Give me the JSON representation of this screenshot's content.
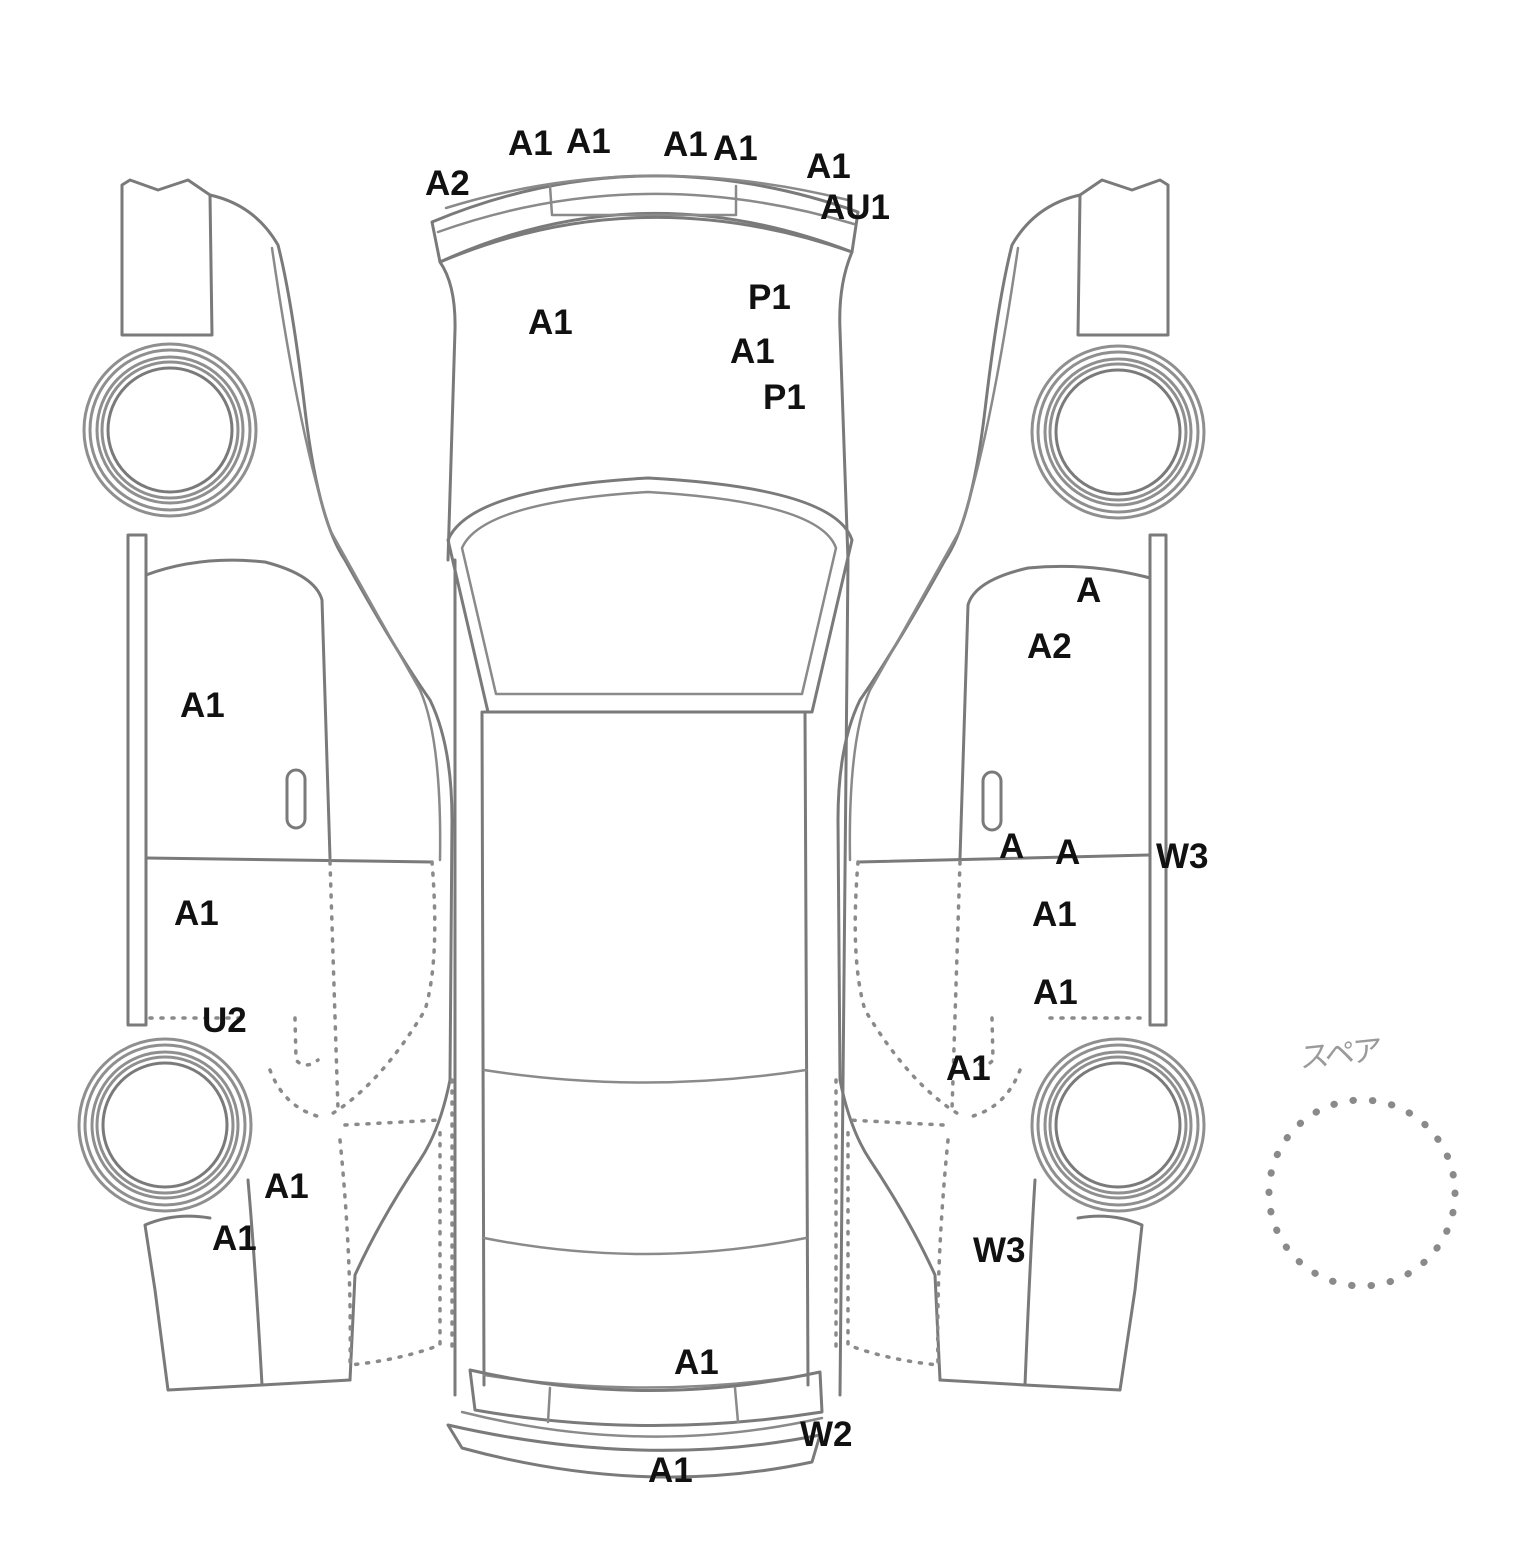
{
  "spare": {
    "label": "スペア"
  },
  "marks": {
    "roof_top_1": "A1",
    "roof_top_2": "A1",
    "roof_top_3": "A1",
    "roof_top_4": "A1",
    "roof_top_5": "A1",
    "front_bumper_left": "A2",
    "front_bumper_right": "AU1",
    "hood_left": "A1",
    "hood_p1_upper": "P1",
    "hood_a1": "A1",
    "hood_p1_lower": "P1",
    "left_front_door": "A1",
    "left_rear_door": "A1",
    "left_sill": "U2",
    "left_quarter_upper": "A1",
    "left_quarter_lower": "A1",
    "right_front_door_a": "A",
    "right_front_door_a2": "A2",
    "right_beltline_a_1": "A",
    "right_beltline_a_2": "A",
    "right_pillar_w3": "W3",
    "right_rear_door_1": "A1",
    "right_rear_door_2": "A1",
    "right_rear_arch": "A1",
    "right_quarter_w3": "W3",
    "trunk_lid": "A1",
    "rear_bumper_w2": "W2",
    "rear_bumper_a1": "A1"
  }
}
